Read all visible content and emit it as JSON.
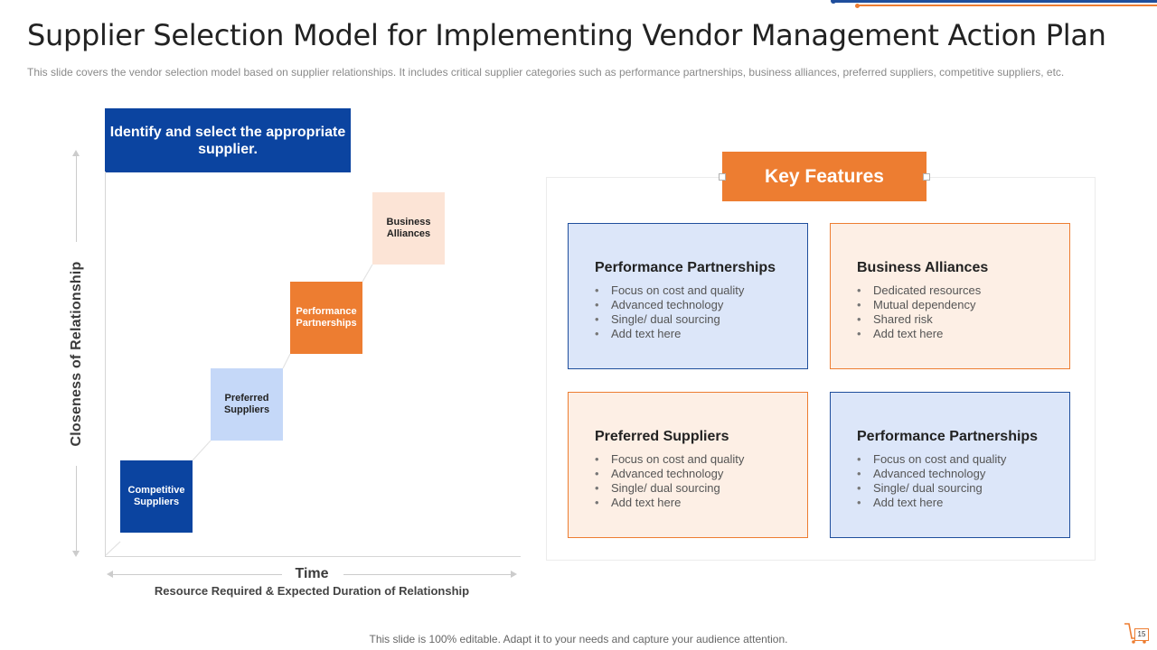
{
  "title": "Supplier Selection Model for Implementing Vendor Management Action Plan",
  "subtitle": "This slide covers the vendor  selection model based on supplier relationships. It includes critical supplier categories such as performance  partnerships, business alliances, preferred  suppliers, competitive suppliers, etc.",
  "banner": "Identify and select the appropriate supplier.",
  "y_axis_label": "Closeness of Relationship",
  "x_axis_label": "Time",
  "x_axis_sublabel": "Resource Required & Expected Duration of Relationship",
  "steps": [
    {
      "label": "Competitive Suppliers",
      "color": "#0b44a0"
    },
    {
      "label": "Preferred Suppliers",
      "color": "#c5d8f8"
    },
    {
      "label": "Performance Partnerships",
      "color": "#ed7d31"
    },
    {
      "label": "Business Alliances",
      "color": "#fce4d6"
    }
  ],
  "key_features": {
    "title": "Key Features",
    "cards": [
      {
        "title": "Performance Partnerships",
        "bullets": [
          "Focus on cost and quality",
          "Advanced technology",
          "Single/ dual sourcing",
          "Add text here"
        ]
      },
      {
        "title": "Business Alliances",
        "bullets": [
          "Dedicated resources",
          "Mutual dependency",
          "Shared risk",
          "Add text here"
        ]
      },
      {
        "title": "Preferred Suppliers",
        "bullets": [
          "Focus on cost and quality",
          "Advanced technology",
          "Single/ dual sourcing",
          "Add text here"
        ]
      },
      {
        "title": "Performance Partnerships",
        "bullets": [
          "Focus on cost and quality",
          "Advanced technology",
          "Single/ dual sourcing",
          "Add text here"
        ]
      }
    ]
  },
  "footer": "This slide is 100% editable. Adapt it to your  needs and capture your audience attention.",
  "page_number": "15",
  "colors": {
    "blue": "#0b44a0",
    "orange": "#ed7d31",
    "light_blue": "#dce6f9",
    "light_orange": "#fdefe5"
  }
}
